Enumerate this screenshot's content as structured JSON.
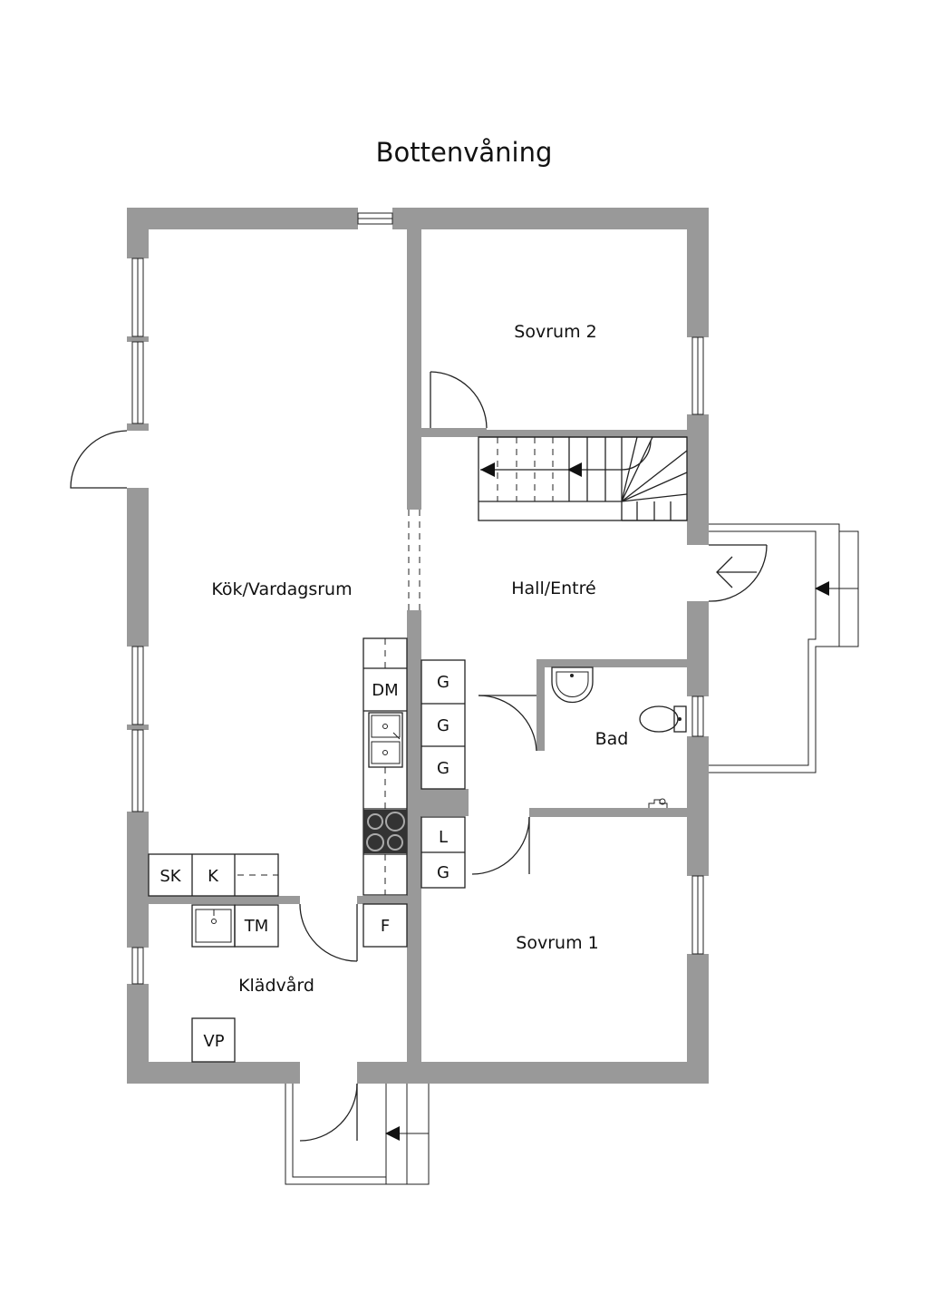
{
  "floor_title": "Bottenvåning",
  "rooms": {
    "kok_vardagsrum": "Kök/Vardagsrum",
    "sovrum_2": "Sovrum 2",
    "hall_entre": "Hall/Entré",
    "bad": "Bad",
    "sovrum_1": "Sovrum 1",
    "kladvard": "Klädvård"
  },
  "fixtures": {
    "dm": "DM",
    "g": "G",
    "l": "L",
    "sk": "SK",
    "k": "K",
    "tm": "TM",
    "f": "F",
    "vp": "VP"
  },
  "colors": {
    "wall": "#999999",
    "line": "#222222",
    "stove": "#333333"
  }
}
